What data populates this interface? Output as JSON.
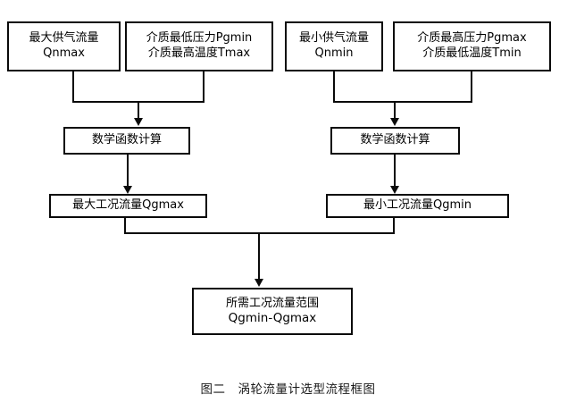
{
  "figure": {
    "caption": "图二　涡轮流量计选型流程框图",
    "nodes": {
      "qnmax": {
        "line1": "最大供气流量",
        "line2": "Qnmax"
      },
      "pgmin_tmax": {
        "line1": "介质最低压力Pgmin",
        "line2": "介质最高温度Tmax"
      },
      "qnmin": {
        "line1": "最小供气流量",
        "line2": "Qnmin"
      },
      "pgmax_tmin": {
        "line1": "介质最高压力Pgmax",
        "line2": "介质最低温度Tmin"
      },
      "calc_left": {
        "line1": "数学函数计算"
      },
      "calc_right": {
        "line1": "数学函数计算"
      },
      "qgmax": {
        "line1": "最大工况流量Qgmax"
      },
      "qgmin": {
        "line1": "最小工况流量Qgmin"
      },
      "result": {
        "line1": "所需工况流量范围",
        "line2": "Qgmin-Qgmax"
      }
    },
    "colors": {
      "stroke": "#0a0a0a",
      "background": "#ffffff",
      "text": "#000000"
    }
  }
}
